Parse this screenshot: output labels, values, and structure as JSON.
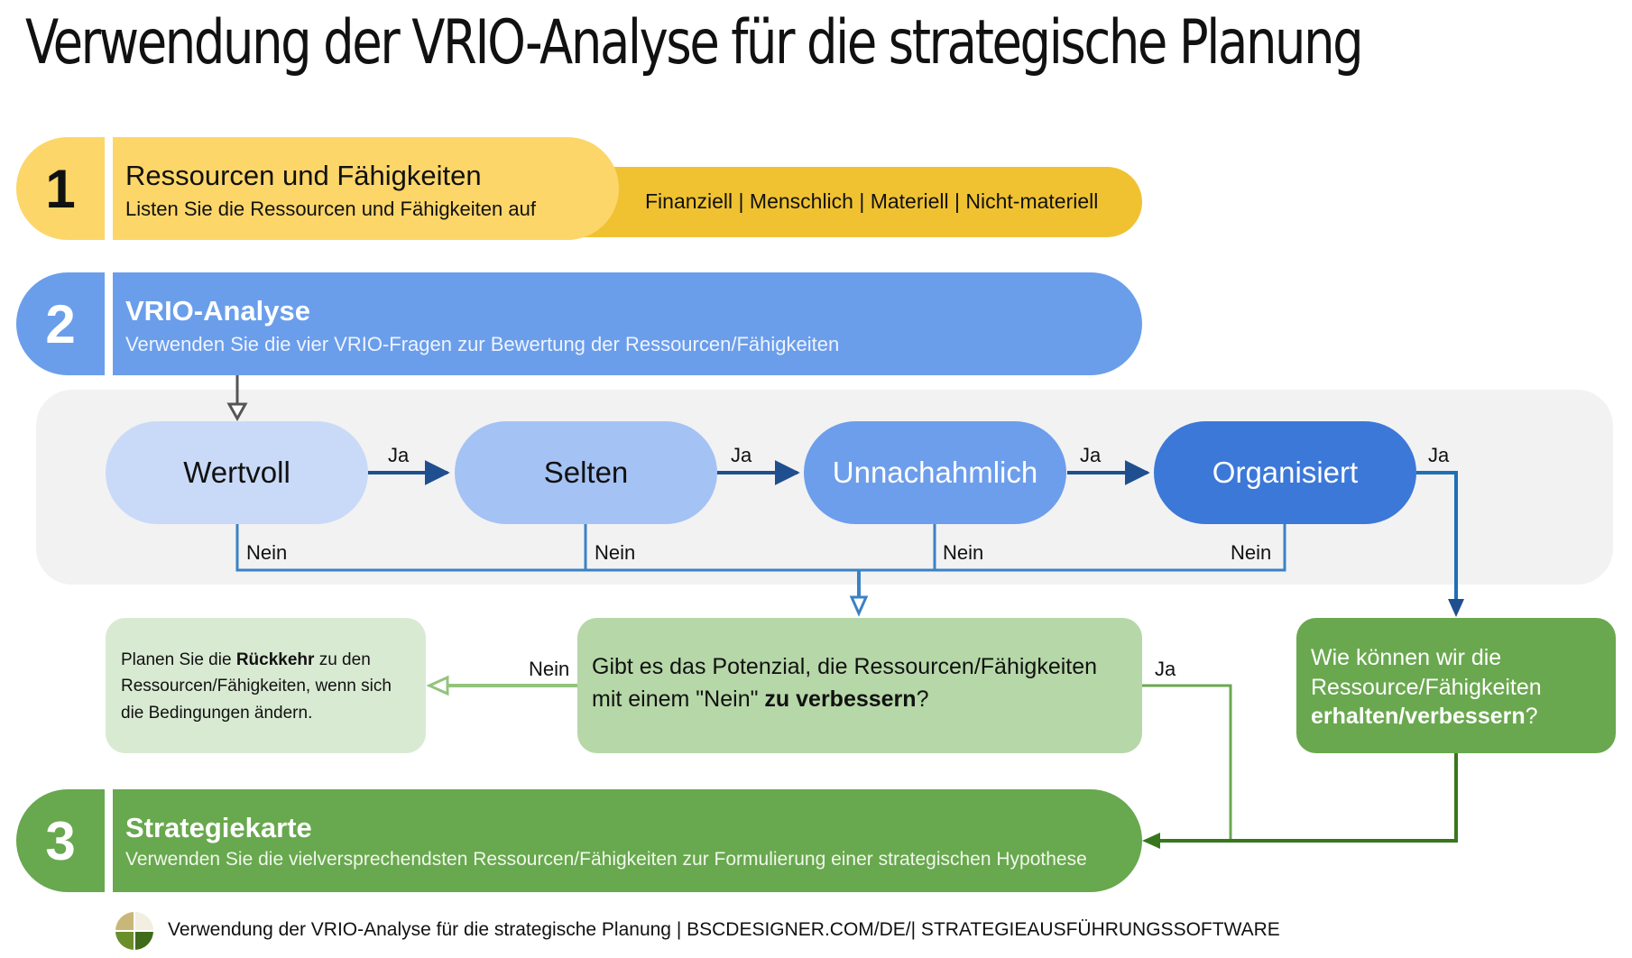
{
  "title": "Verwendung der VRIO-Analyse für die strategische Planung",
  "steps": [
    {
      "number": "1",
      "title": "Ressourcen und Fähigkeiten",
      "subtitle": "Listen Sie die Ressourcen und Fähigkeiten auf",
      "categories": "Finanziell | Menschlich | Materiell | Nicht-materiell"
    },
    {
      "number": "2",
      "title": "VRIO-Analyse",
      "subtitle": "Verwenden Sie die vier VRIO-Fragen zur Bewertung der Ressourcen/Fähigkeiten"
    },
    {
      "number": "3",
      "title": "Strategiekarte",
      "subtitle": "Verwenden Sie die vielversprechendsten Ressourcen/Fähigkeiten zur Formulierung einer strategischen Hypothese"
    }
  ],
  "vrio_nodes": [
    "Wertvoll",
    "Selten",
    "Unnachahmlich",
    "Organisiert"
  ],
  "labels": {
    "yes": "Ja",
    "no": "Nein"
  },
  "question_box": {
    "text_before": "Gibt es das Potenzial, die Ressourcen/Fähigkeiten mit einem \"Nein\" ",
    "text_bold": "zu verbessern",
    "text_after": "?"
  },
  "return_box": {
    "text_before": "Planen Sie die ",
    "text_bold": "Rückkehr",
    "text_after": " zu den Ressourcen/Fähigkeiten, wenn sich die Bedingungen ändern."
  },
  "keep_box": {
    "text_before": "Wie können wir die Ressource/Fähigkeiten ",
    "text_bold": "erhalten/verbessern",
    "text_after": "?"
  },
  "footer": "Verwendung der VRIO-Analyse für die strategische Planung | BSCDESIGNER.COM/DE/| STRATEGIEAUSFÜHRUNGSSOFTWARE",
  "colors": {
    "step1": "#fcd669",
    "step1_bar": "#f0c232",
    "step2": "#6a9eeb",
    "step3": "#68a84e",
    "panel": "#f2f2f2",
    "flow_line": "#3b6fb5",
    "green_line": "#5a9a3a",
    "light_green": "#b6d7a8",
    "pale_green": "#d9ead3"
  }
}
